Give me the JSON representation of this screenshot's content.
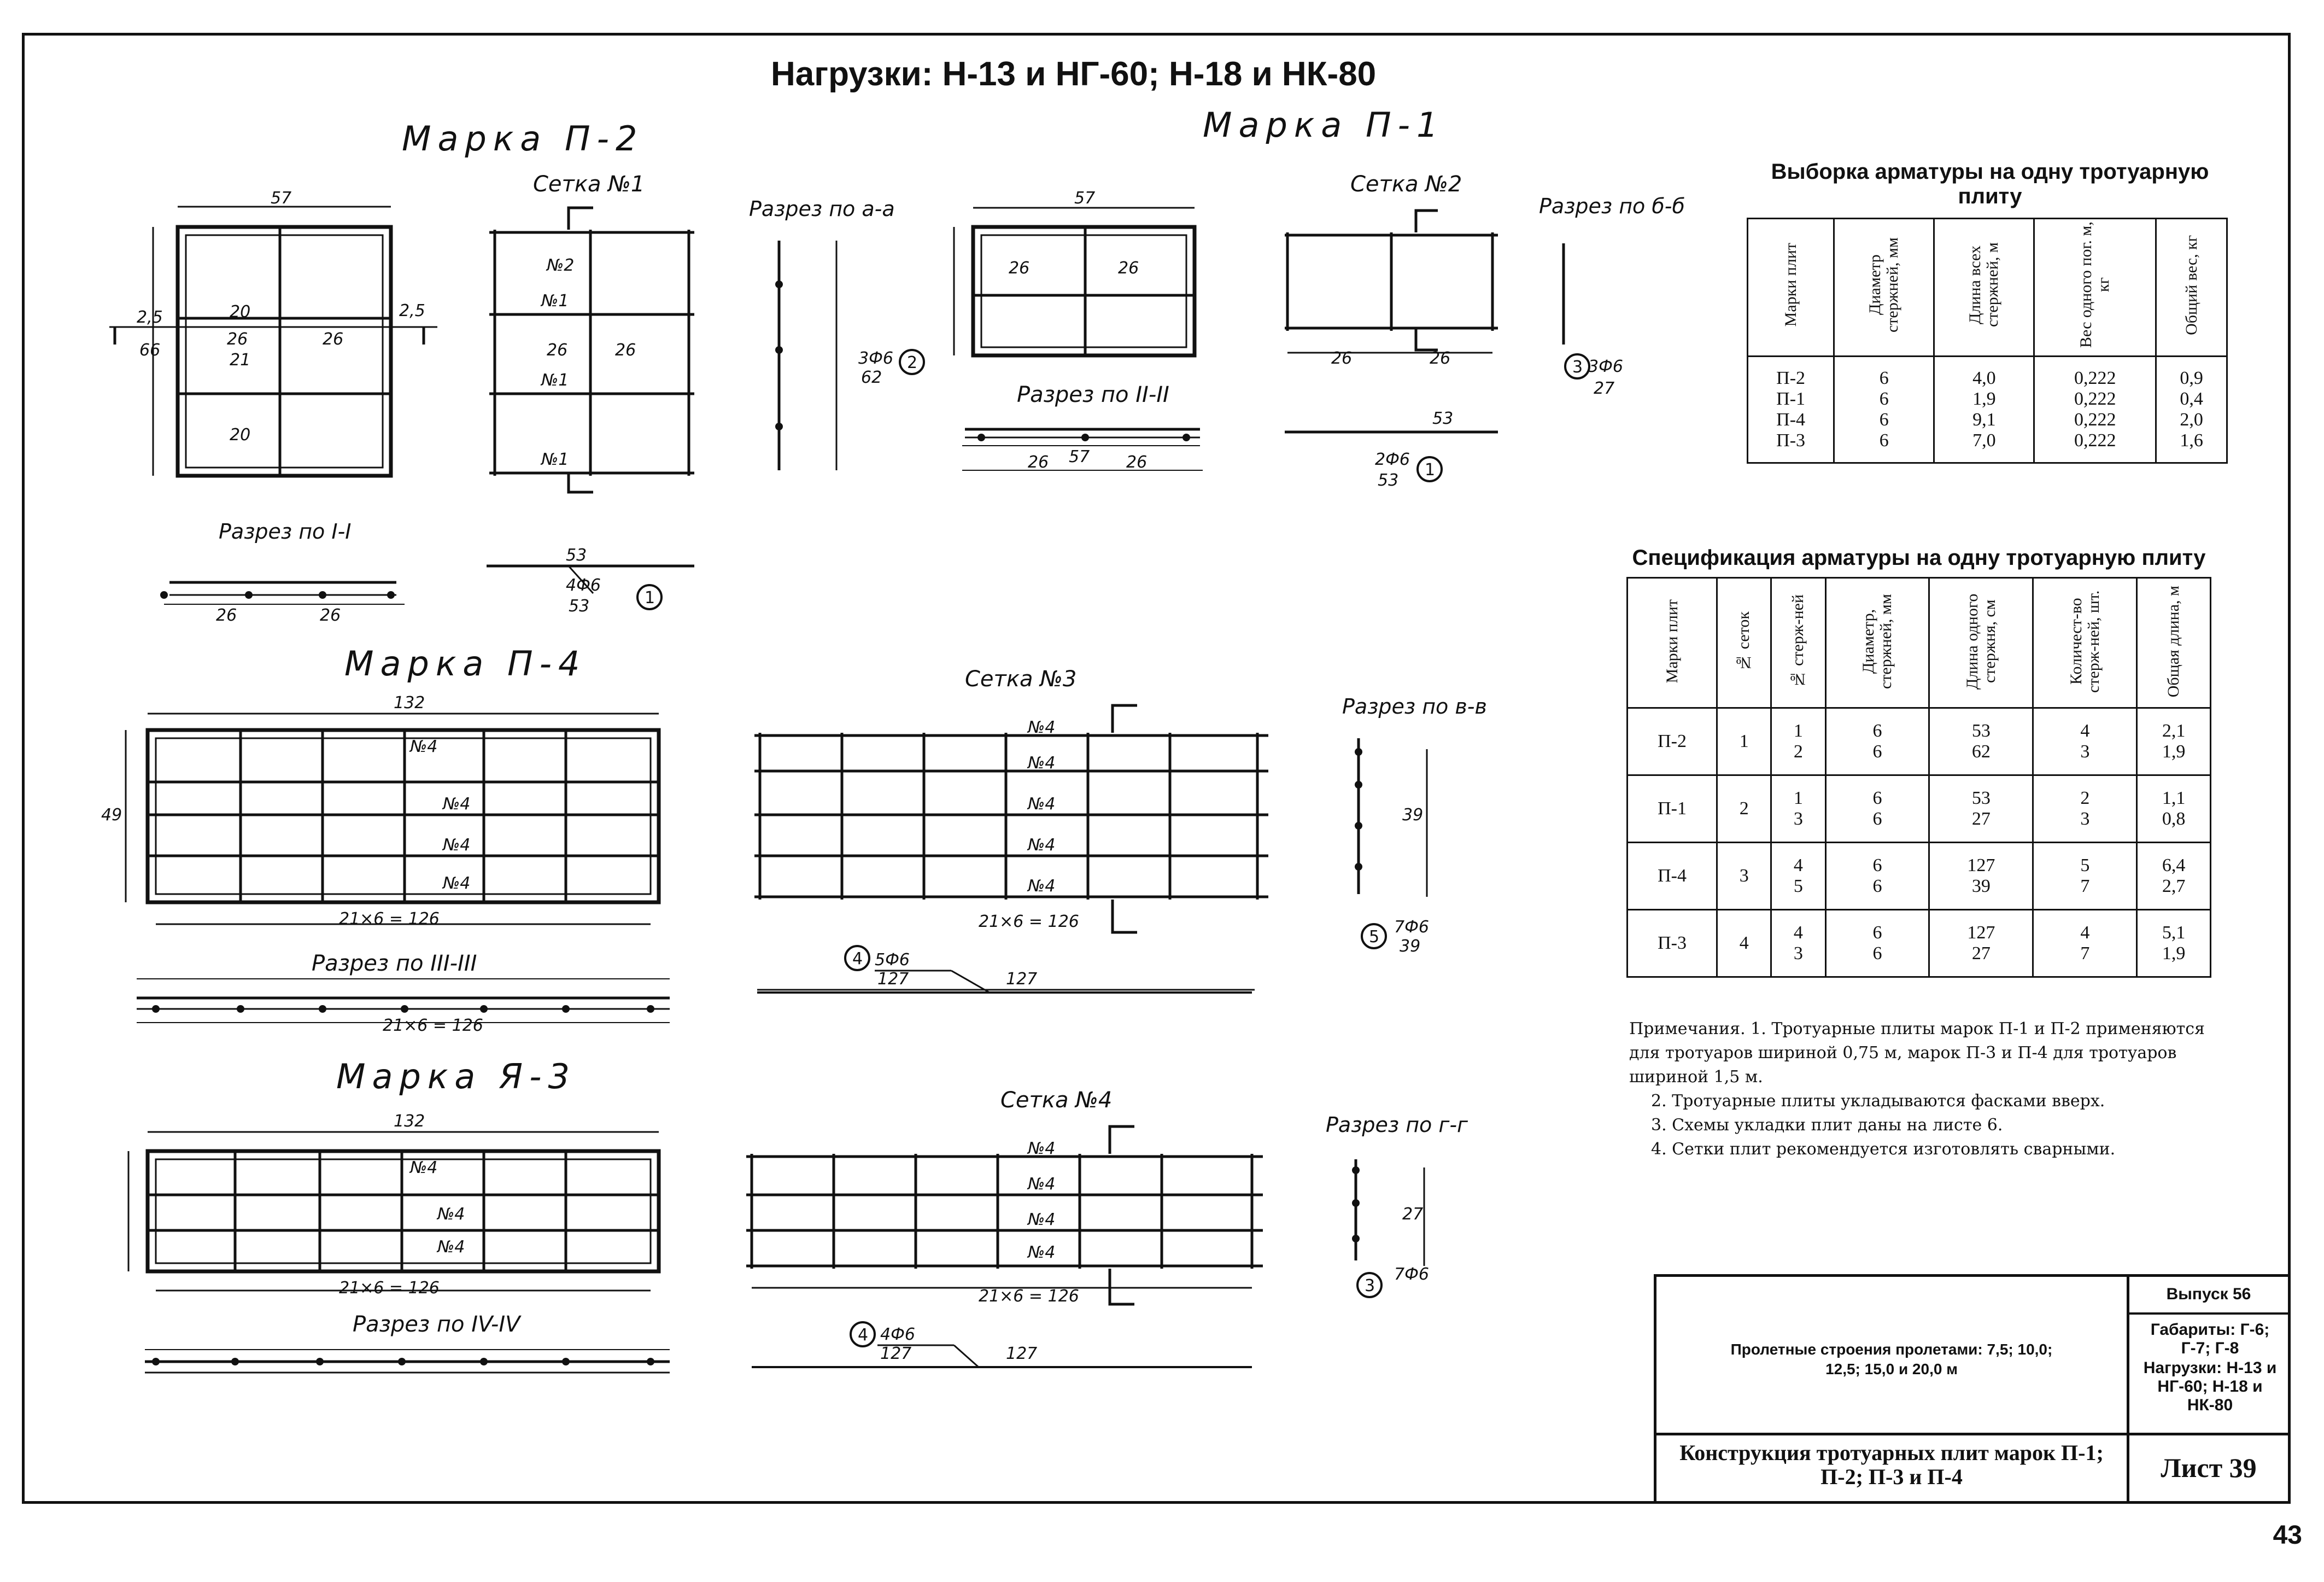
{
  "title": "Нагрузки:  Н-13  и  НГ-60; Н-18  и  НК-80",
  "marks": {
    "p2": "Марка  П-2",
    "p1": "Марка  П-1",
    "p4": "Марка  П-4",
    "p3": "Марка  Я-3"
  },
  "labels": {
    "setka1": "Сетка №1",
    "setka2": "Сетка №2",
    "setka3": "Сетка №3",
    "setka4": "Сетка №4",
    "razrez_aa": "Разрез по а-а",
    "razrez_bb": "Разрез по б-б",
    "razrez_vv": "Разрез по в-в",
    "razrez_gg": "Разрез по г-г",
    "razrez_1": "Разрез по I-I",
    "razrez_2": "Разрез по II-II",
    "razrez_3": "Разрез  по  III-III",
    "razrez_4": "Разрез по IV-IV",
    "dims": {
      "d57": "57",
      "d66": "66",
      "d20": "20",
      "d26": "26",
      "d21": "21",
      "d2_5": "2,5",
      "d53": "53",
      "d62": "62",
      "d27": "27",
      "d132": "132",
      "d126": "21×6 = 126",
      "d49": "49",
      "d39": "39",
      "d127": "127",
      "d2": "2",
      "d3": "3",
      "d6": "6",
      "n1": "№1",
      "n2": "№2",
      "n4": "№4",
      "n3": "№3",
      "f4f6": "4Ф6",
      "f3f6": "3Ф6",
      "f2f6": "2Ф6",
      "f5f6": "5Ф6",
      "f7f6": "7Ф6",
      "c1": "1",
      "c2": "2",
      "c3": "3",
      "c4": "4",
      "c5": "5"
    }
  },
  "table1": {
    "caption": "Выборка арматуры на одну тротуарную плиту",
    "headers": [
      "Марки плит",
      "Диаметр стержней, мм",
      "Длина всех стержней, м",
      "Вес одного пог. м, кг",
      "Общий вес, кг"
    ],
    "col_marks": "П-2\nП-1\nП-4\nП-3",
    "col_diam": "6\n6\n6\n6",
    "col_len": "4,0\n1,9\n9,1\n7,0",
    "col_weight": "0,222\n0,222\n0,222\n0,222",
    "col_total": "0,9\n0,4\n2,0\n1,6"
  },
  "table2": {
    "caption": "Спецификация арматуры на одну тротуарную плиту",
    "headers": [
      "Марки плит",
      "№ сеток",
      "№ стерж-ней",
      "Диаметр, стержней, мм",
      "Длина одного стержня, см",
      "Количест-во стерж-ней, шт.",
      "Общая длина, м"
    ],
    "rows": [
      [
        "П-2",
        "1",
        "1\n2",
        "6\n6",
        "53\n62",
        "4\n3",
        "2,1\n1,9"
      ],
      [
        "П-1",
        "2",
        "1\n3",
        "6\n6",
        "53\n27",
        "2\n3",
        "1,1\n0,8"
      ],
      [
        "П-4",
        "3",
        "4\n5",
        "6\n6",
        "127\n39",
        "5\n7",
        "6,4\n2,7"
      ],
      [
        "П-3",
        "4",
        "4\n3",
        "6\n6",
        "127\n27",
        "4\n7",
        "5,1\n1,9"
      ]
    ]
  },
  "notes": [
    "Примечания. 1. Тротуарные плиты марок П-1 и П-2 применяются для тротуаров шириной 0,75 м, марок П-3 и П-4 для тротуаров шириной 1,5 м.",
    "2. Тротуарные плиты укладываются фасками вверх.",
    "3. Схемы укладки плит даны на листе 6.",
    "4. Сетки плит рекомендуется изготовлять сварными."
  ],
  "stamp": {
    "desc": "Пролетные строения пролетами: 7,5; 10,0; 12,5; 15,0 и 20,0 м",
    "issue": "Выпуск 56",
    "gabarits": "Габариты: Г-6; Г-7; Г-8",
    "loads": "Нагрузки: Н-13 и НГ-60; Н-18 и НК-80",
    "construction": "Конструкция тротуарных плит марок П-1; П-2; П-3 и П-4",
    "sheet": "Лист 39"
  },
  "page_number": "43"
}
